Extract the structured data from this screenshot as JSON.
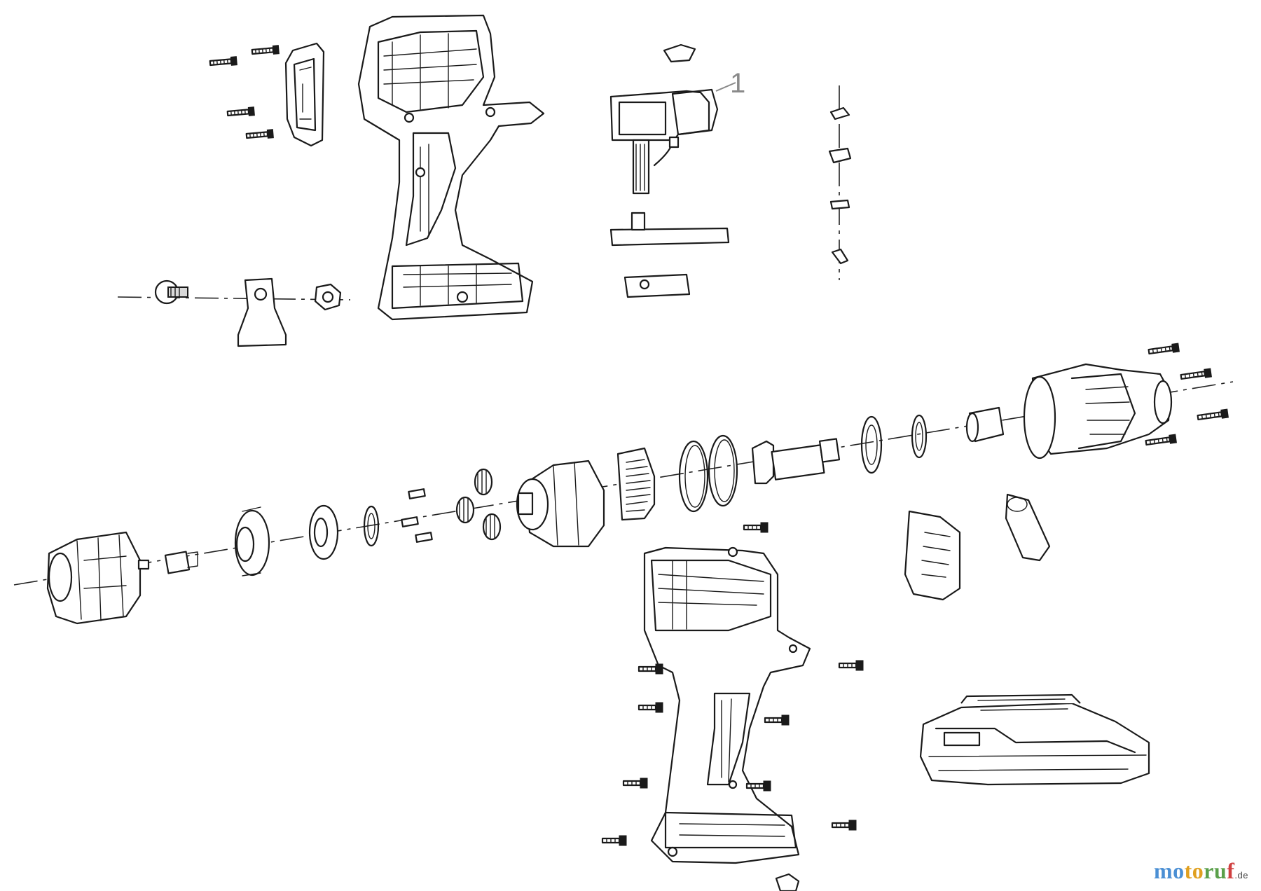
{
  "diagram": {
    "callouts": [
      {
        "id": "callout-1",
        "label": "1"
      }
    ]
  },
  "watermark": {
    "part1": "mo",
    "part2": "to",
    "part3": "ru",
    "part4": "f",
    "tld": ".de",
    "colors": [
      "#4a8fd4",
      "#e0a020",
      "#5aa04a",
      "#d04040"
    ]
  }
}
